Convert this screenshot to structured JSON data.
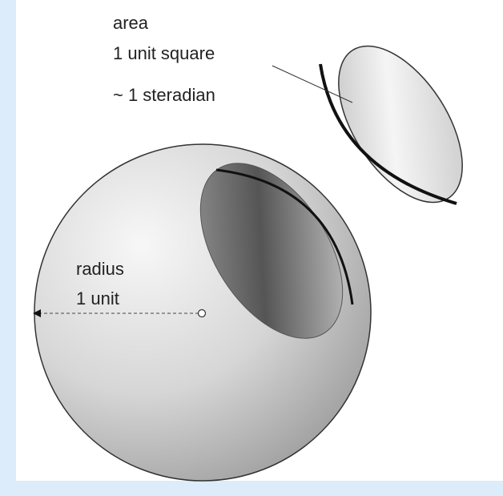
{
  "labels": {
    "area_line1": "area",
    "area_line2": "1 unit square",
    "steradian": "~ 1 steradian",
    "radius_line1": "radius",
    "radius_line2": "1 unit"
  },
  "colors": {
    "background": "#dcecfb",
    "panel": "#ffffff",
    "sphere_light": "#f4f4f4",
    "sphere_dark": "#a8a8a8",
    "cavity_dark": "#5a5a5a",
    "outline": "#111111"
  }
}
